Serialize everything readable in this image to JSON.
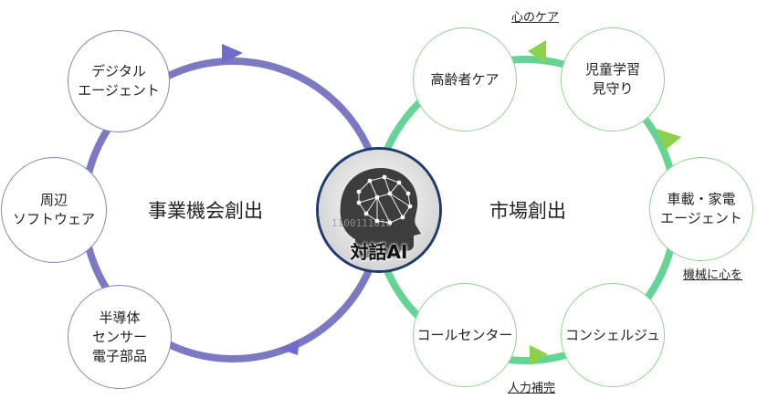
{
  "center": {
    "label": "対話AI",
    "icon": "ai-head-icon",
    "binary_text": "1100111010"
  },
  "left_cycle": {
    "label": "事業機会創出",
    "color": "#7b79c2",
    "nodes": [
      "デジタル\nエージェント",
      "周辺\nソフトウェア",
      "半導体\nセンサー\n電子部品"
    ]
  },
  "right_cycle": {
    "label": "市場創出",
    "color": "#63d494",
    "arrow_color": "#8bd14a",
    "nodes": [
      "高齢者ケア",
      "児童学習\n見守り",
      "車載・家電\nエージェント",
      "コンシェルジュ",
      "コールセンター"
    ]
  },
  "annotations": {
    "top": "心のケア",
    "right": "機械に心を",
    "bottom": "人力補完"
  }
}
